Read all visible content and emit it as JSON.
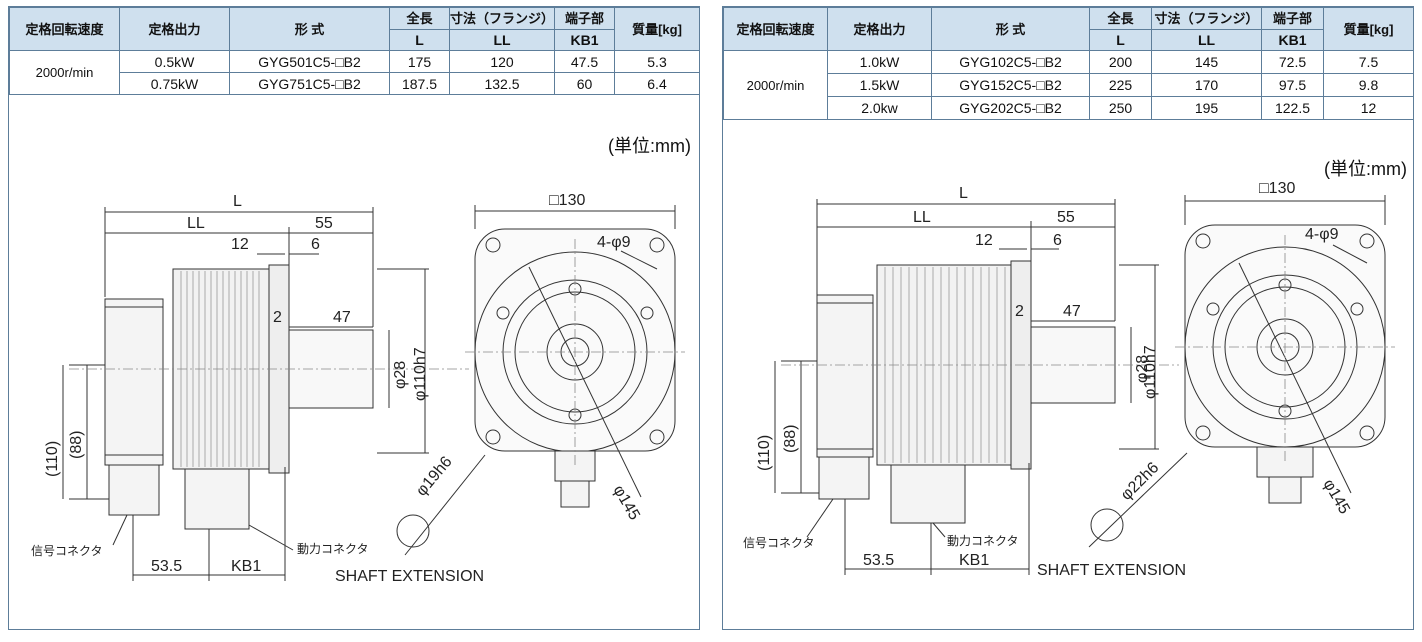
{
  "headers": {
    "speed": "定格回転速度",
    "output": "定格出力",
    "model": "形 式",
    "length": "全長",
    "flange": "寸法（フランジ）",
    "terminal": "端子部",
    "mass": "質量[kg]",
    "sub_L": "L",
    "sub_LL": "LL",
    "sub_KB1": "KB1"
  },
  "left": {
    "speed": "2000r/min",
    "rows": [
      {
        "output": "0.5kW",
        "model": "GYG501C5-□B2",
        "L": "175",
        "LL": "120",
        "KB1": "47.5",
        "mass": "5.3"
      },
      {
        "output": "0.75kW",
        "model": "GYG751C5-□B2",
        "L": "187.5",
        "LL": "132.5",
        "KB1": "60",
        "mass": "6.4"
      }
    ],
    "unit": "(単位:mm)",
    "dims": {
      "L": "L",
      "LL": "LL",
      "d55": "55",
      "d12": "12",
      "d6": "6",
      "d2": "2",
      "d47": "47",
      "shaft": "φ28",
      "spigot": "φ110h7",
      "pcd": "φ145",
      "flange": "□130",
      "holes": "4-φ9",
      "shaft_ext_dia": "φ19h6",
      "h110": "(110)",
      "h88": "(88)",
      "d535": "53.5",
      "kb1": "KB1",
      "signal": "信号コネクタ",
      "power": "動力コネクタ",
      "shaft_ext": "SHAFT EXTENSION"
    }
  },
  "right": {
    "speed": "2000r/min",
    "rows": [
      {
        "output": "1.0kW",
        "model": "GYG102C5-□B2",
        "L": "200",
        "LL": "145",
        "KB1": "72.5",
        "mass": "7.5"
      },
      {
        "output": "1.5kW",
        "model": "GYG152C5-□B2",
        "L": "225",
        "LL": "170",
        "KB1": "97.5",
        "mass": "9.8"
      },
      {
        "output": "2.0kw",
        "model": "GYG202C5-□B2",
        "L": "250",
        "LL": "195",
        "KB1": "122.5",
        "mass": "12"
      }
    ],
    "unit": "(単位:mm)",
    "dims": {
      "L": "L",
      "LL": "LL",
      "d55": "55",
      "d12": "12",
      "d6": "6",
      "d2": "2",
      "d47": "47",
      "shaft": "φ28",
      "spigot": "φ110h7",
      "pcd": "φ145",
      "flange": "□130",
      "holes": "4-φ9",
      "shaft_ext_dia": "φ22h6",
      "h110": "(110)",
      "h88": "(88)",
      "d535": "53.5",
      "kb1": "KB1",
      "signal": "信号コネクタ",
      "power": "動力コネクタ",
      "shaft_ext": "SHAFT EXTENSION"
    }
  }
}
